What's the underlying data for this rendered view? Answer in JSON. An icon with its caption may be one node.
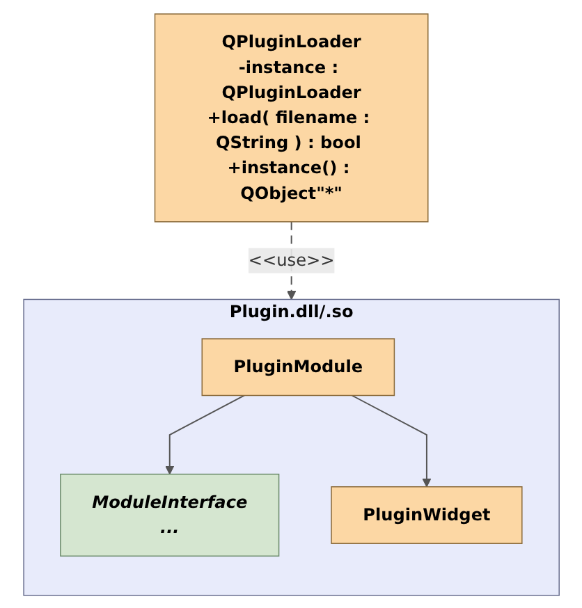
{
  "diagram": {
    "nodes": [
      {
        "text": [
          "QPluginLoader",
          "-instance : QPluginLoader",
          "+load( filename : QString ) : bool +instance() : QObject\"*\""
        ]
      },
      {
        "text": [
          "Plugin.dll/.so"
        ]
      },
      {
        "text": [
          "ModuleInterface",
          "..."
        ],
        "in": 1
      },
      {
        "text": [
          "PluginWidget"
        ],
        "in": 1
      },
      {
        "text": [
          "PluginModule"
        ],
        "in": 1
      }
    ],
    "edges": [
      {
        "from": 0,
        "to": 1,
        "arrow": "to",
        "label": "<<use>>",
        "style": "dashed"
      },
      {
        "from": 4,
        "to": 2,
        "arrow": "to"
      },
      {
        "from": 4,
        "to": 3,
        "arrow": "to"
      }
    ]
  }
}
